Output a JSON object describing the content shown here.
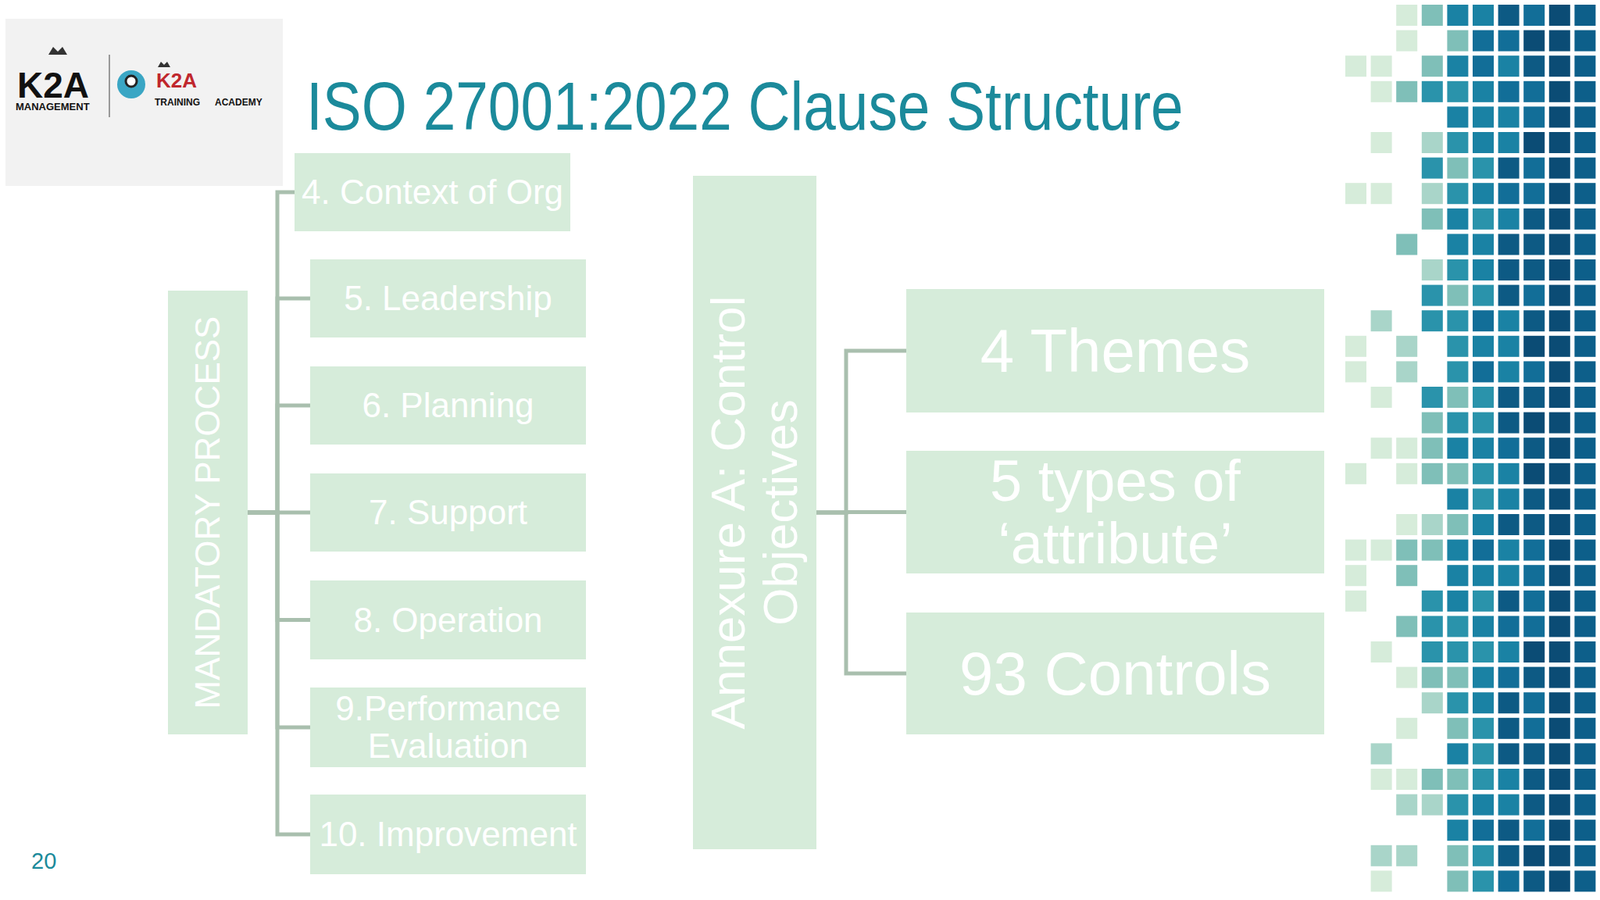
{
  "diagram": {
    "title": "ISO 27001:2022 Clause Structure",
    "nodes": [
      {
        "text": [
          "MANDATORY PROCESS"
        ]
      },
      {
        "text": [
          "4. Context of Org"
        ]
      },
      {
        "text": [
          "5. Leadership"
        ]
      },
      {
        "text": [
          "6. Planning"
        ]
      },
      {
        "text": [
          "7. Support"
        ]
      },
      {
        "text": [
          "8. Operation"
        ]
      },
      {
        "text": [
          "9.Performance Evaluation"
        ]
      },
      {
        "text": [
          "10. Improvement"
        ]
      },
      {
        "text": [
          "Annexure A: Control Objectives"
        ]
      },
      {
        "text": [
          "4 Themes"
        ]
      },
      {
        "text": [
          "5 types of ‘attribute’"
        ]
      },
      {
        "text": [
          "93 Controls"
        ]
      }
    ],
    "edges": [
      {
        "from": 0,
        "to": 1,
        "arrow": "none"
      },
      {
        "from": 0,
        "to": 2,
        "arrow": "none"
      },
      {
        "from": 0,
        "to": 3,
        "arrow": "none"
      },
      {
        "from": 0,
        "to": 4,
        "arrow": "none"
      },
      {
        "from": 0,
        "to": 5,
        "arrow": "none"
      },
      {
        "from": 0,
        "to": 6,
        "arrow": "none"
      },
      {
        "from": 0,
        "to": 7,
        "arrow": "none"
      },
      {
        "from": 8,
        "to": 9,
        "arrow": "none"
      },
      {
        "from": 8,
        "to": 10,
        "arrow": "none"
      },
      {
        "from": 8,
        "to": 11,
        "arrow": "none"
      }
    ],
    "labels": [
      "K2A",
      "MANAGEMENT",
      "K2A",
      "TRAINING",
      "ACADEMY",
      "20"
    ]
  }
}
